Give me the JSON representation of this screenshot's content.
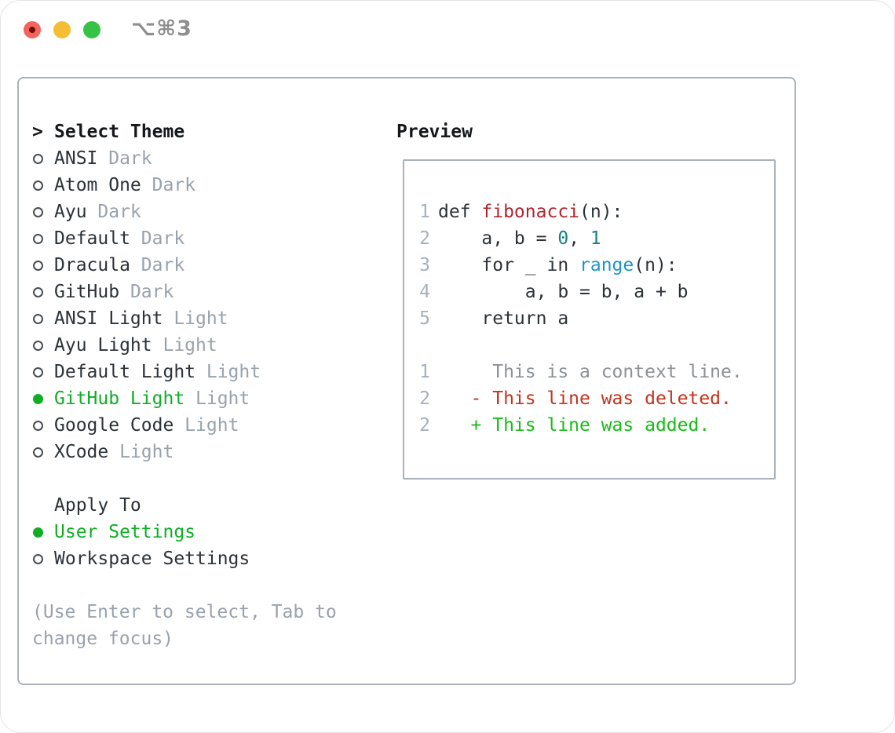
{
  "titlebar": {
    "shortcut_label": "⌥⌘3"
  },
  "theme_selector": {
    "title_marker": ">",
    "title": "Select Theme",
    "items": [
      {
        "name": "ANSI",
        "variant": "Dark",
        "selected": false
      },
      {
        "name": "Atom One",
        "variant": "Dark",
        "selected": false
      },
      {
        "name": "Ayu",
        "variant": "Dark",
        "selected": false
      },
      {
        "name": "Default",
        "variant": "Dark",
        "selected": false
      },
      {
        "name": "Dracula",
        "variant": "Dark",
        "selected": false
      },
      {
        "name": "GitHub",
        "variant": "Dark",
        "selected": false
      },
      {
        "name": "ANSI Light",
        "variant": "Light",
        "selected": false
      },
      {
        "name": "Ayu Light",
        "variant": "Light",
        "selected": false
      },
      {
        "name": "Default Light",
        "variant": "Light",
        "selected": false
      },
      {
        "name": "GitHub Light",
        "variant": "Light",
        "selected": true
      },
      {
        "name": "Google Code",
        "variant": "Light",
        "selected": false
      },
      {
        "name": "XCode",
        "variant": "Light",
        "selected": false
      }
    ],
    "apply_to": {
      "title": "Apply To",
      "options": [
        {
          "label": "User Settings",
          "selected": true
        },
        {
          "label": "Workspace Settings",
          "selected": false
        }
      ]
    },
    "hint_line1": "(Use Enter to select, Tab to",
    "hint_line2": "change focus)"
  },
  "preview": {
    "title": "Preview",
    "lines": [
      {
        "num": "1",
        "tokens": [
          {
            "t": "def ",
            "c": "plain"
          },
          {
            "t": "fibonacci",
            "c": "function"
          },
          {
            "t": "(n):",
            "c": "plain"
          }
        ]
      },
      {
        "num": "2",
        "tokens": [
          {
            "t": "    a, b = ",
            "c": "plain"
          },
          {
            "t": "0",
            "c": "number"
          },
          {
            "t": ", ",
            "c": "plain"
          },
          {
            "t": "1",
            "c": "number"
          }
        ]
      },
      {
        "num": "3",
        "tokens": [
          {
            "t": "    for _ in ",
            "c": "plain"
          },
          {
            "t": "range",
            "c": "builtin"
          },
          {
            "t": "(n):",
            "c": "plain"
          }
        ]
      },
      {
        "num": "4",
        "tokens": [
          {
            "t": "        a, b = b, a + b",
            "c": "plain"
          }
        ]
      },
      {
        "num": "5",
        "tokens": [
          {
            "t": "    return a",
            "c": "plain"
          }
        ]
      },
      {
        "num": "",
        "tokens": []
      },
      {
        "num": "1",
        "tokens": [
          {
            "t": "     This is a context line.",
            "c": "context"
          }
        ]
      },
      {
        "num": "2",
        "tokens": [
          {
            "t": "   - This line was deleted.",
            "c": "deleted"
          }
        ]
      },
      {
        "num": "2",
        "tokens": [
          {
            "t": "   + This line was added.",
            "c": "added"
          }
        ]
      }
    ]
  },
  "colors": {
    "accent_green": "#0fae25",
    "added_green": "#17bd17",
    "deleted_red": "#c4331d",
    "function_red": "#b0272e",
    "builtin_blue": "#1e95c9",
    "number_teal": "#11808a",
    "muted_gray": "#98a2ad",
    "line_number_gray": "#a6b0bb",
    "context_gray": "#8c9196",
    "text_dark": "#2b3238",
    "panel_border": "#a9b2bc",
    "traffic_red": "#f4645d",
    "traffic_yellow": "#f5bd33",
    "traffic_green": "#35c245"
  }
}
